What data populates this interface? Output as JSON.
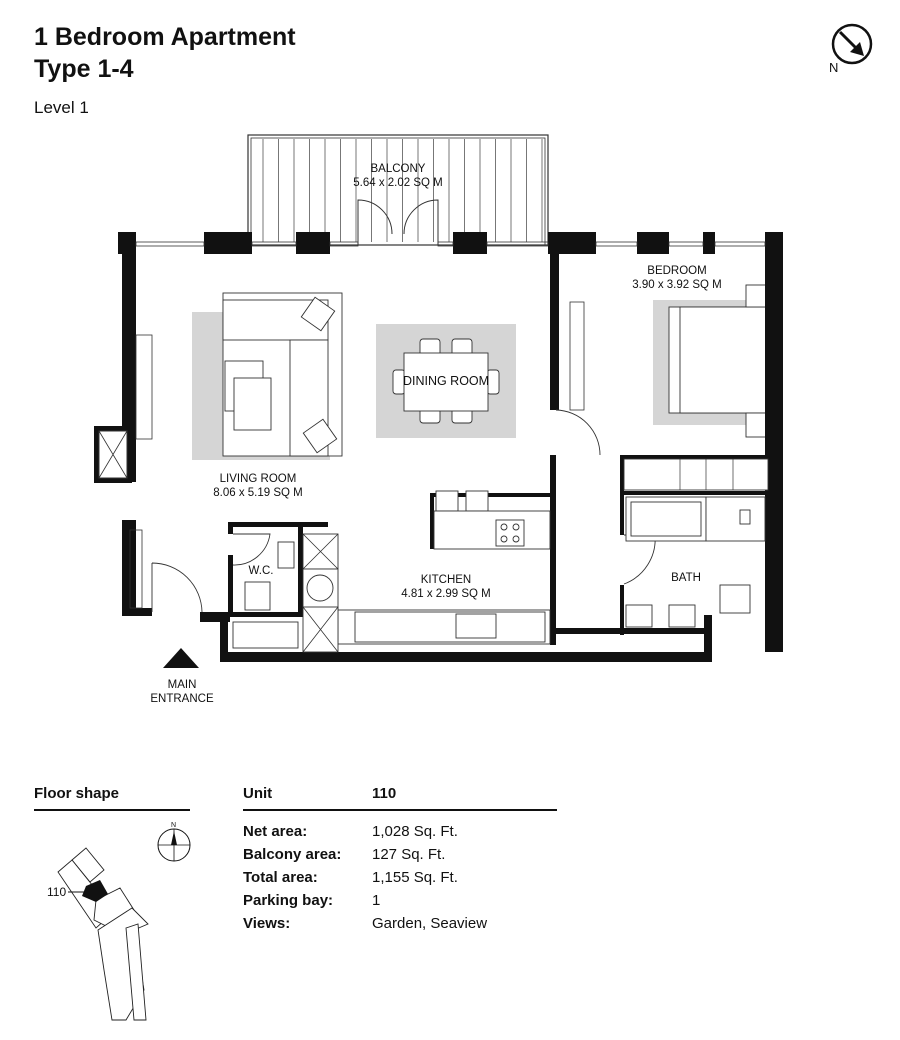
{
  "header": {
    "title_line1": "1 Bedroom Apartment",
    "title_line2": "Type 1-4",
    "level": "Level 1"
  },
  "compass": {
    "label": "N"
  },
  "plan": {
    "balcony": {
      "name": "BALCONY",
      "size": "5.64 x 2.02 SQ M"
    },
    "bedroom": {
      "name": "BEDROOM",
      "size": "3.90 x 3.92 SQ M"
    },
    "dining": {
      "name": "DINING ROOM"
    },
    "living": {
      "name": "LIVING ROOM",
      "size": "8.06 x 5.19 SQ M"
    },
    "kitchen": {
      "name": "KITCHEN",
      "size": "4.81 x 2.99 SQ M"
    },
    "wc": {
      "name": "W.C."
    },
    "bath": {
      "name": "BATH"
    },
    "entrance": {
      "line1": "MAIN",
      "line2": "ENTRANCE"
    }
  },
  "floor_shape": {
    "heading": "Floor shape",
    "unit_marker": "110",
    "compass_label": "N"
  },
  "unit_info": {
    "unit_label": "Unit",
    "unit_value": "110",
    "rows": [
      {
        "key": "Net area:",
        "value": "1,028 Sq. Ft."
      },
      {
        "key": "Balcony area:",
        "value": "127 Sq. Ft."
      },
      {
        "key": "Total area:",
        "value": "1,155 Sq. Ft."
      },
      {
        "key": "Parking bay:",
        "value": "1"
      },
      {
        "key": "Views:",
        "value": "Garden, Seaview"
      }
    ]
  }
}
